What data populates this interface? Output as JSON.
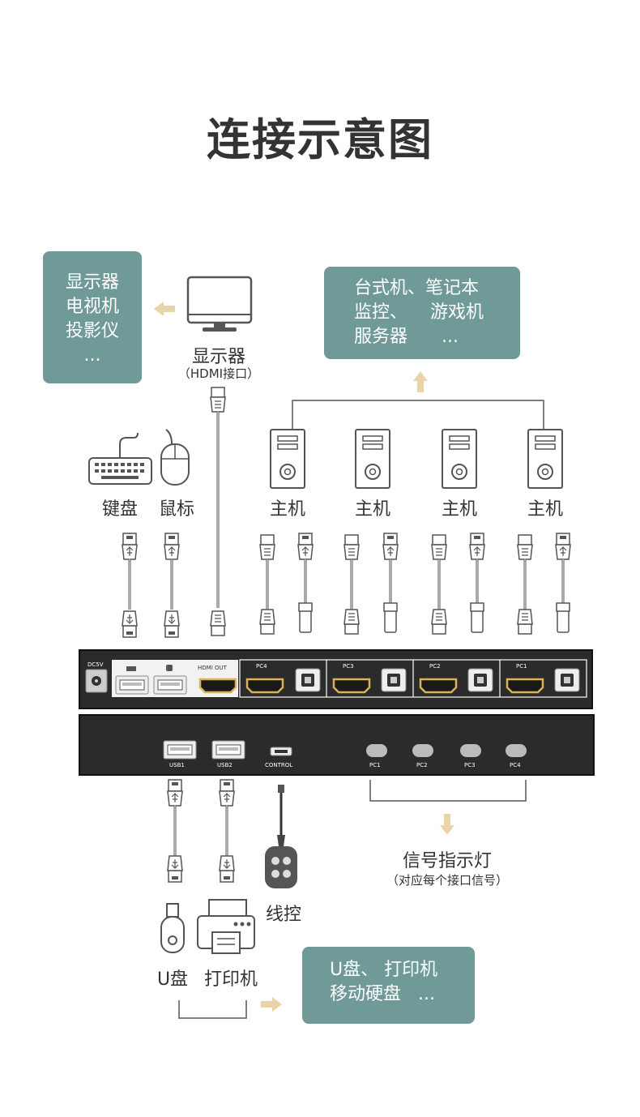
{
  "title": "连接示意图",
  "display_devices_box": {
    "lines": [
      "显示器",
      "电视机",
      "投影仪",
      "..."
    ]
  },
  "host_devices_box": {
    "lines": [
      "台式机、笔记本",
      "监控、    游戏机",
      "服务器      ..."
    ]
  },
  "monitor": {
    "label": "显示器",
    "sublabel": "（HDMI接口）",
    "icon": "monitor-icon"
  },
  "keyboard": {
    "label": "键盘",
    "icon": "keyboard-icon"
  },
  "mouse": {
    "label": "鼠标",
    "icon": "mouse-icon"
  },
  "hosts": [
    {
      "label": "主机",
      "icon": "pc-tower-icon"
    },
    {
      "label": "主机",
      "icon": "pc-tower-icon"
    },
    {
      "label": "主机",
      "icon": "pc-tower-icon"
    },
    {
      "label": "主机",
      "icon": "pc-tower-icon"
    }
  ],
  "rear_panel": {
    "power": "DC5V",
    "hdmi_out": "HDMI OUT",
    "ports": [
      "PC4",
      "PC3",
      "PC2",
      "PC1"
    ]
  },
  "front_panel": {
    "usb_ports": [
      "USB1",
      "USB2"
    ],
    "control": "CONTROL",
    "leds": [
      "PC1",
      "PC2",
      "PC3",
      "PC4"
    ]
  },
  "indicator": {
    "label": "信号指示灯",
    "sublabel": "（对应每个接口信号）"
  },
  "wired_control": {
    "label": "线控",
    "icon": "wired-remote-icon"
  },
  "usb_drive": {
    "label": "U盘",
    "icon": "usb-drive-icon"
  },
  "printer": {
    "label": "打印机",
    "icon": "printer-icon"
  },
  "usb_devices_box": {
    "lines": [
      "U盘、 打印机",
      "移动硬盘   ..."
    ]
  },
  "colors": {
    "teal": "#6f9a98",
    "arrow": "#e8d4a8",
    "panel": "#2b2b2b",
    "hdmi_gold": "#d9b25a"
  }
}
